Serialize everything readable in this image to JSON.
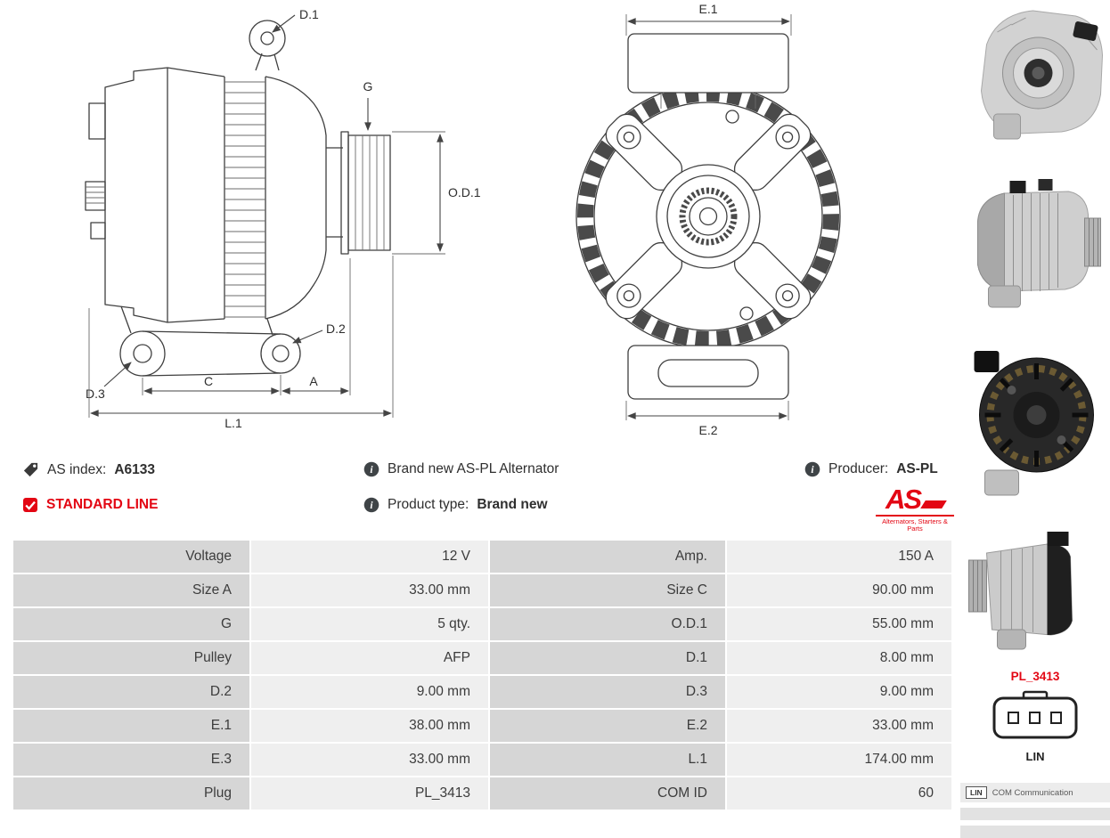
{
  "colors": {
    "accent_red": "#e30613",
    "table_label_bg": "#d6d6d6",
    "table_value_bg": "#efefef"
  },
  "drawings": {
    "side": {
      "d1": "D.1",
      "g": "G",
      "od1": "O.D.1",
      "d2": "D.2",
      "d3": "D.3",
      "c": "C",
      "a": "A",
      "l1": "L.1"
    },
    "front": {
      "e1": "E.1",
      "e2": "E.2"
    }
  },
  "info": {
    "as_index_label": "AS index:",
    "as_index_value": "A6133",
    "brand_new_text": "Brand new AS-PL Alternator",
    "producer_label": "Producer:",
    "producer_value": "AS-PL",
    "standard_line": "STANDARD LINE",
    "product_type_label": "Product type:",
    "product_type_value": "Brand new",
    "logo_text": "AS",
    "logo_tagline": "Alternators, Starters & Parts"
  },
  "table": {
    "rows": [
      {
        "l1": "Voltage",
        "v1": "12 V",
        "l2": "Amp.",
        "v2": "150 A"
      },
      {
        "l1": "Size A",
        "v1": "33.00 mm",
        "l2": "Size C",
        "v2": "90.00 mm"
      },
      {
        "l1": "G",
        "v1": "5 qty.",
        "l2": "O.D.1",
        "v2": "55.00 mm"
      },
      {
        "l1": "Pulley",
        "v1": "AFP",
        "l2": "D.1",
        "v2": "8.00 mm"
      },
      {
        "l1": "D.2",
        "v1": "9.00 mm",
        "l2": "D.3",
        "v2": "9.00 mm"
      },
      {
        "l1": "E.1",
        "v1": "38.00 mm",
        "l2": "E.2",
        "v2": "33.00 mm"
      },
      {
        "l1": "E.3",
        "v1": "33.00 mm",
        "l2": "L.1",
        "v2": "174.00 mm"
      },
      {
        "l1": "Plug",
        "v1": "PL_3413",
        "l2": "COM ID",
        "v2": "60"
      }
    ]
  },
  "sidebar": {
    "plug_code": "PL_3413",
    "plug_label": "LIN",
    "com_badge": {
      "tag": "LIN",
      "text": "COM Communication"
    }
  }
}
